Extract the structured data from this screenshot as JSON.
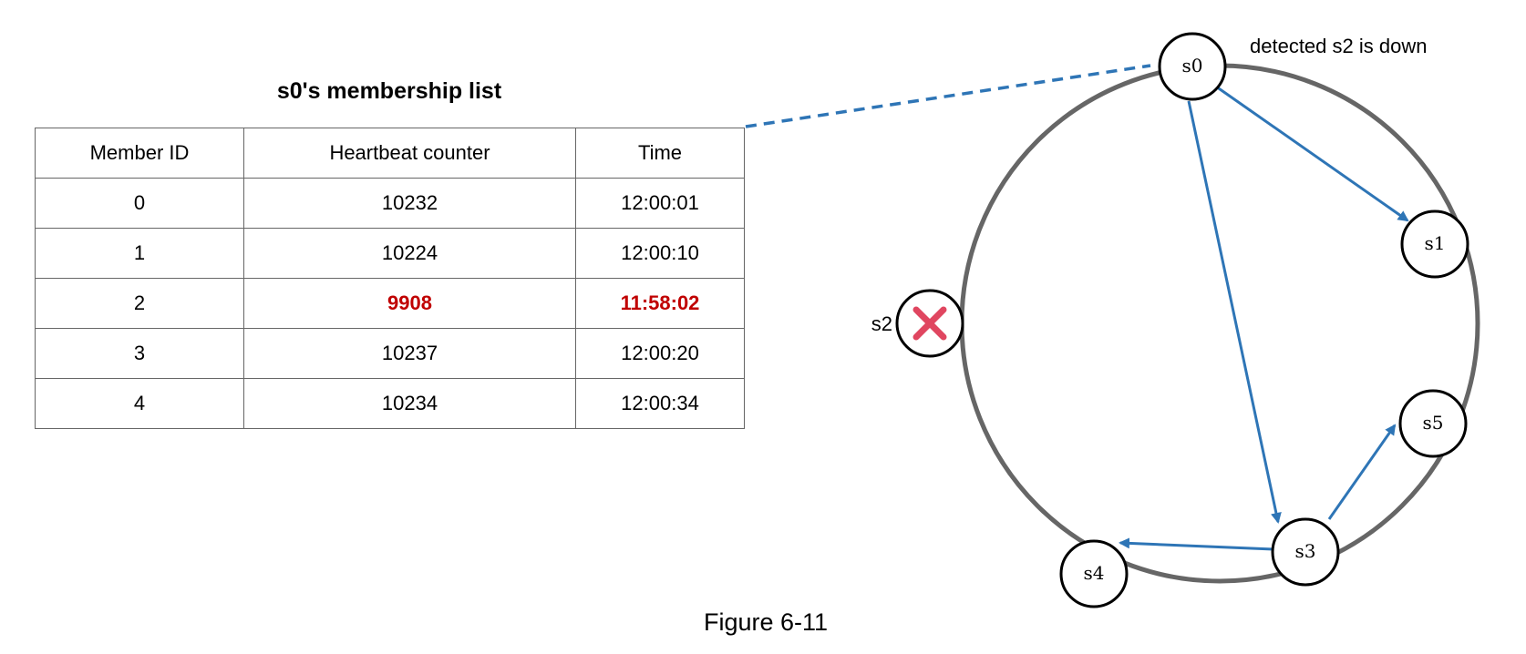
{
  "table": {
    "title": "s0's membership list",
    "headers": [
      "Member ID",
      "Heartbeat counter",
      "Time"
    ],
    "rows": [
      {
        "id": "0",
        "heartbeat": "10232",
        "time": "12:00:01",
        "stale": false
      },
      {
        "id": "1",
        "heartbeat": "10224",
        "time": "12:00:10",
        "stale": false
      },
      {
        "id": "2",
        "heartbeat": "9908",
        "time": "11:58:02",
        "stale": true
      },
      {
        "id": "3",
        "heartbeat": "10237",
        "time": "12:00:20",
        "stale": false
      },
      {
        "id": "4",
        "heartbeat": "10234",
        "time": "12:00:34",
        "stale": false
      }
    ]
  },
  "ring": {
    "nodes": {
      "s0": "s0",
      "s1": "s1",
      "s2": "s2",
      "s3": "s3",
      "s4": "s4",
      "s5": "s5"
    },
    "detection_note": "detected s2 is down",
    "failed_node_label": "s2"
  },
  "caption": "Figure 6-11",
  "colors": {
    "arrow": "#2e75b6",
    "ring": "#666666",
    "stale_text": "#c00000",
    "failure_mark": "#e04660"
  }
}
